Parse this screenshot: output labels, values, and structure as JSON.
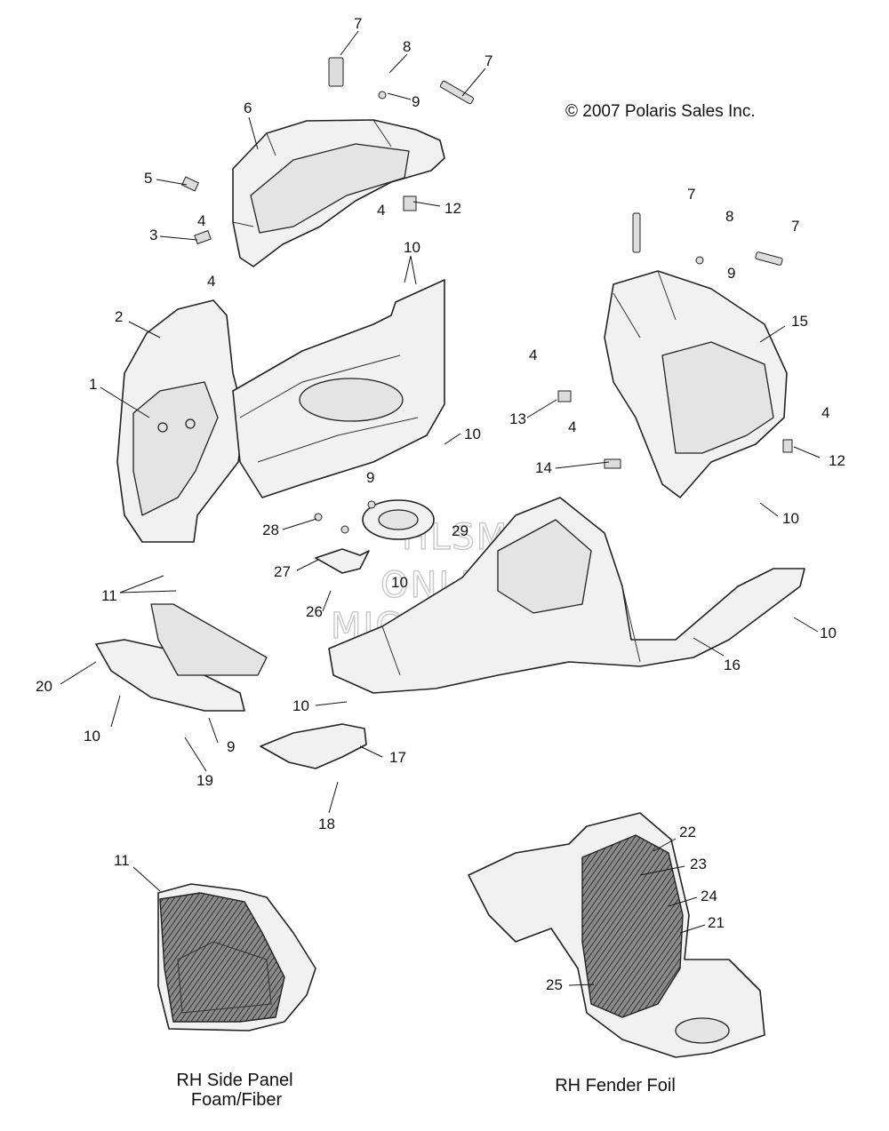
{
  "copyright": "© 2007 Polaris Sales Inc.",
  "watermark": {
    "line1": "HLSM",
    "line2": "ONLINE",
    "line3": "MICROFICHE"
  },
  "captions": {
    "side_panel_line1": "RH Side Panel",
    "side_panel_line2": "Foam/Fiber",
    "fender_foil": "RH Fender Foil"
  },
  "callouts": [
    "7",
    "8",
    "7",
    "9",
    "6",
    "5",
    "4",
    "3",
    "4",
    "12",
    "4",
    "10",
    "2",
    "1",
    "7",
    "8",
    "7",
    "9",
    "15",
    "4",
    "13",
    "4",
    "14",
    "4",
    "12",
    "10",
    "9",
    "28",
    "29",
    "27",
    "10",
    "26",
    "10",
    "11",
    "20",
    "10",
    "9",
    "10",
    "19",
    "17",
    "18",
    "16",
    "10",
    "11",
    "22",
    "23",
    "24",
    "21",
    "25"
  ]
}
